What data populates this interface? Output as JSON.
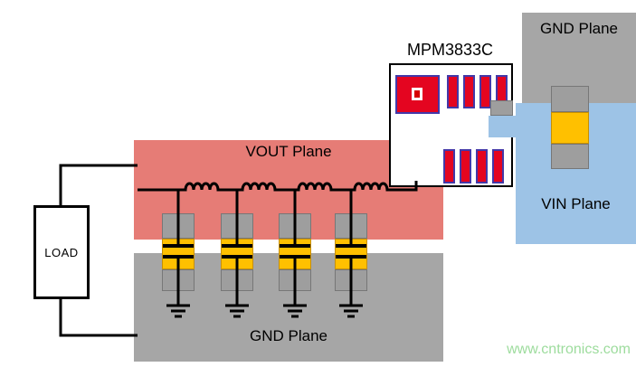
{
  "labels": {
    "gnd_plane_top": "GND Plane",
    "vin_plane": "VIN Plane",
    "vout_plane": "VOUT Plane",
    "gnd_plane_bottom": "GND Plane",
    "chip": "MPM3833C",
    "load": "LOAD",
    "watermark": "www.cntronics.com"
  },
  "colors": {
    "gnd_gray": "#a6a6a6",
    "vin_blue": "#9dc3e6",
    "vout_pink": "#e67c76",
    "cap_yellow": "#ffc000",
    "cap_gray": "#9e9e9e",
    "pad_red": "#e40520",
    "pad_border": "#4338a8",
    "wire_black": "#000000",
    "watermark_green": "#9ddc9d"
  },
  "components": {
    "output_capacitors": 4,
    "inductors": 4,
    "input_capacitors": 1
  }
}
